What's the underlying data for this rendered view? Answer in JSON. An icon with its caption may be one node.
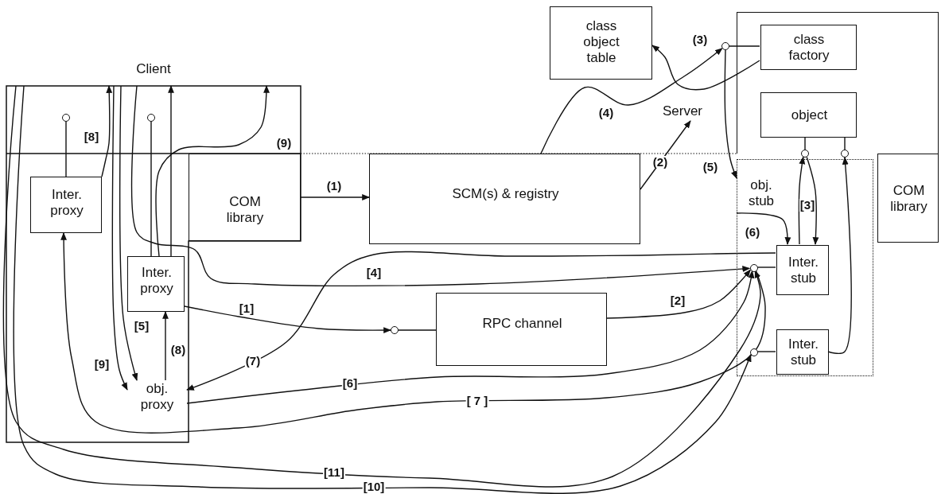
{
  "diagram": {
    "nodes": [
      {
        "text": [
          "Client"
        ]
      },
      {
        "text": [
          "Inter. proxy"
        ],
        "in": 0
      },
      {
        "text": [
          "COM library"
        ],
        "in": 0
      },
      {
        "text": [
          "Inter. proxy"
        ],
        "in": 0
      },
      {
        "text": [
          "obj. proxy"
        ],
        "in": 0
      },
      {
        "text": [
          "SCM(s) & registry"
        ]
      },
      {
        "text": [
          "class object table"
        ]
      },
      {
        "text": [
          "Server"
        ]
      },
      {
        "text": [],
        "shape": "box"
      },
      {
        "text": [
          "class factory"
        ],
        "in": 8
      },
      {
        "text": [
          "object"
        ],
        "in": 8
      },
      {
        "text": [
          "COM library"
        ]
      },
      {
        "text": [
          "obj. stub"
        ]
      },
      {
        "text": [
          "Inter. stub"
        ],
        "in": 12
      },
      {
        "text": [
          "Inter. stub"
        ],
        "in": 12
      },
      {
        "text": [
          "RPC channel"
        ]
      },
      {
        "text": [],
        "shape": "circle",
        "in": 0
      },
      {
        "text": [],
        "shape": "circle",
        "in": 0
      },
      {
        "text": [],
        "shape": "circle"
      },
      {
        "text": [],
        "shape": "circle"
      },
      {
        "text": [],
        "shape": "circle"
      },
      {
        "text": [],
        "shape": "circle"
      },
      {
        "text": [],
        "shape": "circle",
        "in": 12
      },
      {
        "text": [],
        "shape": "circle",
        "in": 12
      }
    ],
    "edges": [
      {
        "from": 2,
        "to": 5,
        "arrow": "to",
        "label": "(1)"
      },
      {
        "from": 5,
        "to": 7,
        "arrow": "to",
        "label": "(2)"
      },
      {
        "from": 9,
        "to": 6,
        "arrow": "to",
        "label": "(3)"
      },
      {
        "from": 5,
        "to": 18,
        "arrow": "to",
        "label": "(4)"
      },
      {
        "from": 18,
        "to": 12,
        "arrow": "to",
        "label": "(5)"
      },
      {
        "from": 12,
        "to": 13,
        "arrow": "to",
        "label": "(6)"
      },
      {
        "from": 13,
        "to": 19,
        "arrow": "to"
      },
      {
        "from": 19,
        "to": 13,
        "arrow": "to",
        "label": "[3]"
      },
      {
        "from": 14,
        "to": 20,
        "arrow": "to"
      },
      {
        "from": 10,
        "to": 19,
        "arrow": "none"
      },
      {
        "from": 10,
        "to": 20,
        "arrow": "none"
      },
      {
        "from": 9,
        "to": 18,
        "arrow": "none"
      },
      {
        "from": 13,
        "to": 22,
        "arrow": "none"
      },
      {
        "from": 14,
        "to": 23,
        "arrow": "none"
      },
      {
        "from": 21,
        "to": 15,
        "arrow": "none"
      },
      {
        "from": 1,
        "to": 16,
        "arrow": "none"
      },
      {
        "from": 3,
        "to": 17,
        "arrow": "none"
      },
      {
        "from": 3,
        "to": 21,
        "arrow": "to",
        "label": "[1]"
      },
      {
        "from": 0,
        "to": 22,
        "arrow": "to",
        "label": "[4]"
      },
      {
        "from": 3,
        "to": 0,
        "arrow": "to"
      },
      {
        "from": 15,
        "to": 22,
        "arrow": "to",
        "label": "[2]"
      },
      {
        "from": 13,
        "to": 4,
        "arrow": "to",
        "label": "(7)"
      },
      {
        "from": 4,
        "to": 22,
        "arrow": "to",
        "label": "[6]"
      },
      {
        "from": 22,
        "to": 1,
        "arrow": "to",
        "label": "[ 7 ]"
      },
      {
        "from": 0,
        "to": 4,
        "arrow": "to",
        "label": "[9]"
      },
      {
        "from": 0,
        "to": 4,
        "arrow": "to",
        "label": "[5]"
      },
      {
        "from": 1,
        "to": 0,
        "arrow": "to",
        "label": "[8]"
      },
      {
        "from": 4,
        "to": 3,
        "arrow": "to",
        "label": "(8)"
      },
      {
        "from": 3,
        "to": 0,
        "arrow": "to",
        "label": "(9)"
      },
      {
        "from": 0,
        "to": 23,
        "arrow": "to",
        "label": "[10]"
      },
      {
        "from": 0,
        "to": 22,
        "arrow": "to",
        "label": "[11]"
      }
    ]
  }
}
